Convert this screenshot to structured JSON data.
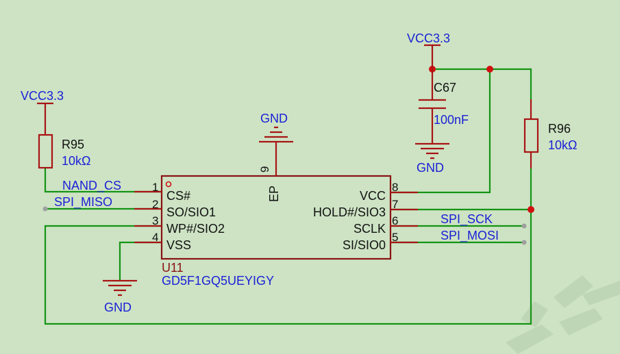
{
  "ic": {
    "ref": "U11",
    "part": "GD5F1GQ5UEYIGY",
    "ep_pin": {
      "number": "9",
      "name": "EP"
    },
    "left_pins": [
      {
        "number": "1",
        "name": "CS#"
      },
      {
        "number": "2",
        "name": "SO/SIO1"
      },
      {
        "number": "3",
        "name": "WP#/SIO2"
      },
      {
        "number": "4",
        "name": "VSS"
      }
    ],
    "right_pins": [
      {
        "number": "8",
        "name": "VCC"
      },
      {
        "number": "7",
        "name": "HOLD#/SIO3"
      },
      {
        "number": "6",
        "name": "SCLK"
      },
      {
        "number": "5",
        "name": "SI/SIO0"
      }
    ]
  },
  "nets": {
    "nand_cs": "NAND_CS",
    "spi_miso": "SPI_MISO",
    "spi_sck": "SPI_SCK",
    "spi_mosi": "SPI_MOSI"
  },
  "power": {
    "vcc_left": "VCC3.3",
    "vcc_top": "VCC3.3",
    "gnd_ep": "GND",
    "gnd_cap": "GND",
    "gnd_vss": "GND"
  },
  "components": {
    "r95": {
      "ref": "R95",
      "value": "10kΩ"
    },
    "r96": {
      "ref": "R96",
      "value": "10kΩ"
    },
    "c67": {
      "ref": "C67",
      "value": "100nF"
    }
  },
  "colors": {
    "background": "#cde3c4",
    "wire": "#149414",
    "component": "#a81414",
    "net_label": "#1a1fd6",
    "junction": "#d11010"
  }
}
